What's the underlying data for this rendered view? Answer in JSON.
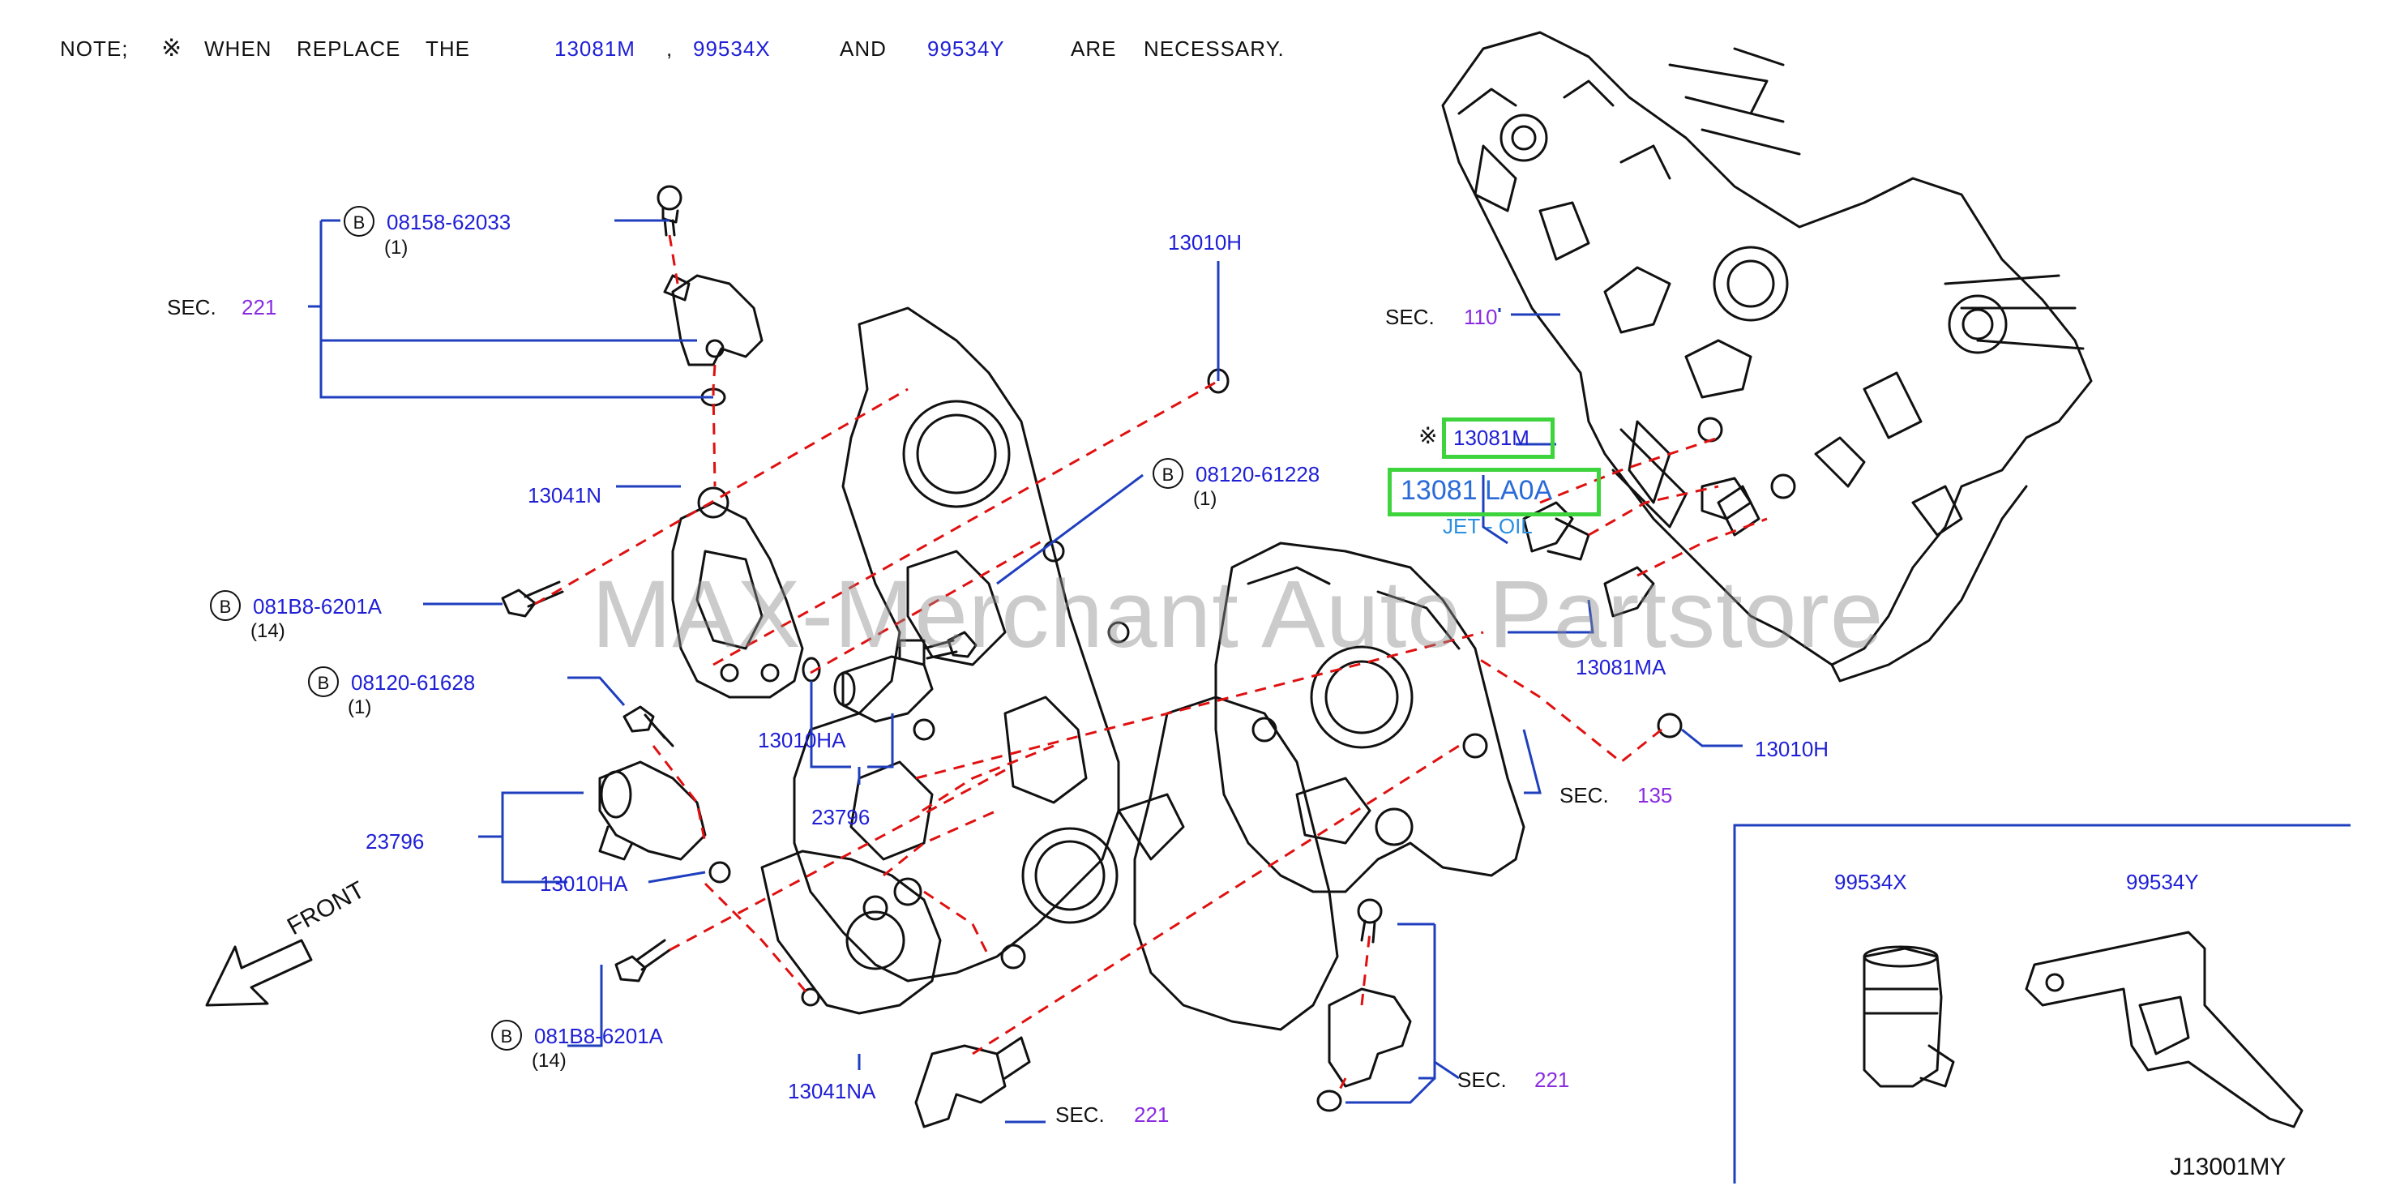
{
  "note": {
    "prefix": "NOTE;",
    "mark": "※",
    "text1": "WHEN",
    "text2": "REPLACE",
    "text3": "THE",
    "part1": "13081M",
    "comma": ",",
    "part2": "99534X",
    "and": "AND",
    "part3": "99534Y",
    "suffix1": "ARE",
    "suffix2": "NECESSARY."
  },
  "labels": {
    "sec221_top": "SEC.",
    "sec221_top_num": "221",
    "b1_code": "08158-62033",
    "b1_qty": "(1)",
    "l13010H_top": "13010H",
    "sec110": "SEC.",
    "sec110_num": "110",
    "mark13081M": "※",
    "p13081M": "13081M",
    "p13081LA0A": "13081 LA0A",
    "jet_oil": "JET - OIL",
    "b2_code": "08120-61228",
    "b2_qty": "(1)",
    "p13041N": "13041N",
    "b3_code": "081B8-6201A",
    "b3_qty": "(14)",
    "b4_code": "08120-61628",
    "b4_qty": "(1)",
    "p13010HA_mid": "13010HA",
    "p23796_mid": "23796",
    "p13081MA": "13081MA",
    "p13010H_right": "13010H",
    "sec135": "SEC.",
    "sec135_num": "135",
    "p23796_left": "23796",
    "p13010HA_left": "13010HA",
    "b5_code": "081B8-6201A",
    "b5_qty": "(14)",
    "p13041NA": "13041NA",
    "sec221_bot": "SEC.",
    "sec221_bot_num": "221",
    "sec221_right": "SEC.",
    "sec221_right_num": "221",
    "p99534X": "99534X",
    "p99534Y": "99534Y",
    "front": "FRONT",
    "diagram_id": "J13001MY",
    "b_letter": "B"
  },
  "watermark": "MAX-Merchant Auto Partstore",
  "colors": {
    "part_number": "#1f1fd6",
    "section_number": "#8a2be2",
    "highlight": "#3ed43e",
    "dashed_line": "#e01010",
    "leader_line": "#1f3fbf"
  }
}
